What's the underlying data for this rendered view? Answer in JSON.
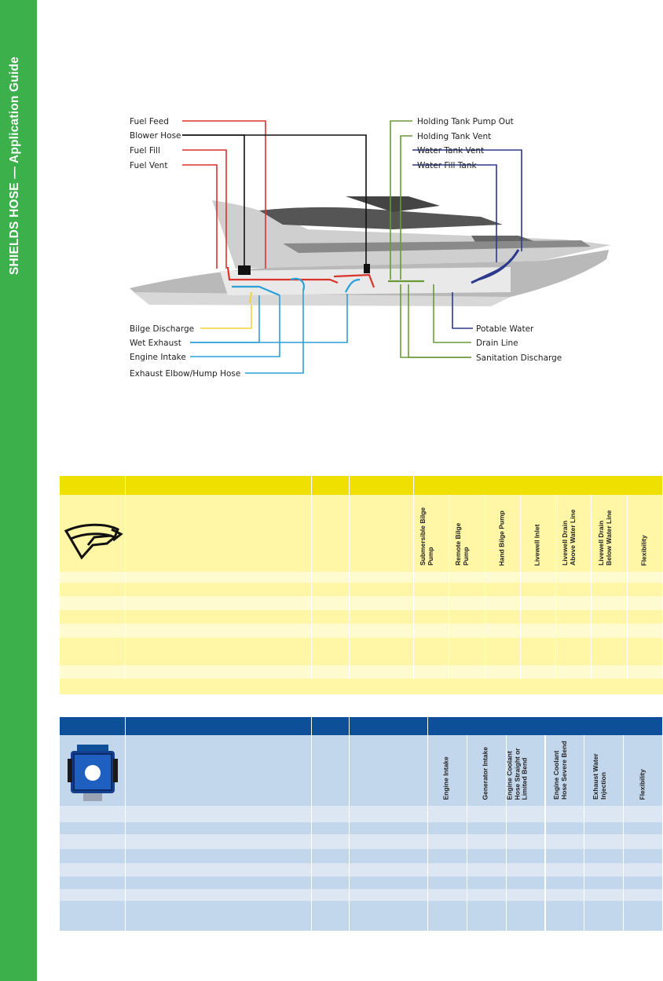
{
  "sidebar": {
    "title": "SHIELDS HOSE — Application Guide"
  },
  "diagram": {
    "labels_left_top": [
      "Fuel Feed",
      "Blower Hose",
      "Fuel Fill",
      "Fuel Vent"
    ],
    "labels_right_top": [
      "Holding Tank Pump Out",
      "Holding Tank Vent",
      "Water Tank Vent",
      "Water Fill Tank"
    ],
    "labels_left_bottom": [
      "Bilge Discharge",
      "Wet Exhaust",
      "Engine Intake",
      "Exhaust Elbow/Hump Hose"
    ],
    "labels_right_bottom": [
      "Potable Water",
      "Drain Line",
      "Sanitation Discharge"
    ],
    "colors": {
      "fuel": "#d9342b",
      "blower": "#111111",
      "sanitation": "#6a9a3a",
      "water": "#2b3a8c",
      "exhaust": "#2aa0d8",
      "bilge": "#f2d43c"
    }
  },
  "table_bilge": {
    "colors": {
      "header": "#f0e000",
      "light": "#fffbd0",
      "mid": "#fff6a6",
      "dark": "#fff39a"
    },
    "icon": "hose-fitting-icon",
    "columns": [
      "Submersible Bilge Pump",
      "Remote Bilge Pump",
      "Hand Bilge Pump",
      "Livewell Inlet",
      "Livewell Drain Above Water Line",
      "Livewell Drain Below Water Line",
      "Flexibility"
    ]
  },
  "table_engine": {
    "colors": {
      "header": "#0e4f9a",
      "light": "#dce7f3",
      "mid": "#c2d6ec",
      "dark": "#aac4e3"
    },
    "icon": "engine-block-icon",
    "columns": [
      "Engine Intake",
      "Generator Intake",
      "Engine Coolant Hose Straight or Limited Bend",
      "Engine Coolant Hose Severe Bend",
      "Exhaust Water Injection",
      "Flexibility"
    ]
  }
}
